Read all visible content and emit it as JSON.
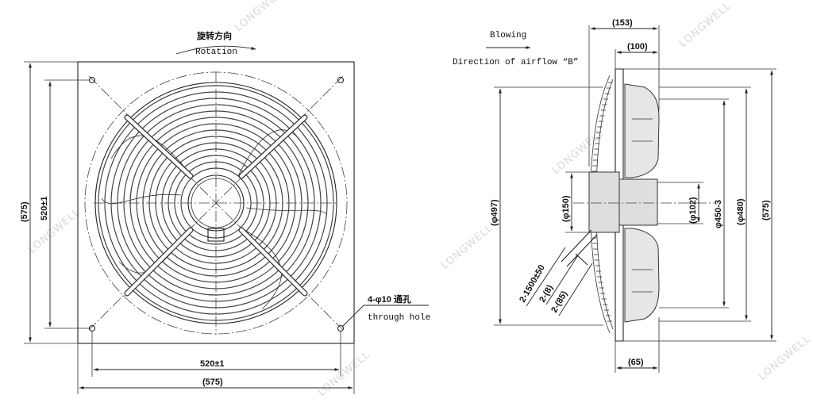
{
  "front_view": {
    "rotation_cn": "旋转方向",
    "rotation_en": "Rotation",
    "dim_height_outer": "(575)",
    "dim_height_inner": "520±1",
    "dim_width_inner": "520±1",
    "dim_width_outer": "(575)",
    "hole_label_cn": "4-φ10 通孔",
    "hole_label_en": "through hole"
  },
  "side_view": {
    "blowing": "Blowing",
    "airflow": "Direction of airflow “B”",
    "dim_153": "(153)",
    "dim_100": "(100)",
    "dim_497": "(φ497)",
    "dim_150": "(φ150)",
    "dim_102": "(φ102)",
    "dim_450": "φ450-3",
    "dim_480": "(φ480)",
    "dim_575": "(575)",
    "dim_65": "(65)",
    "cable_1": "2-1500±50",
    "cable_2": "2-(8)",
    "cable_3": "2-(85)"
  },
  "watermark": "LONGWELL"
}
